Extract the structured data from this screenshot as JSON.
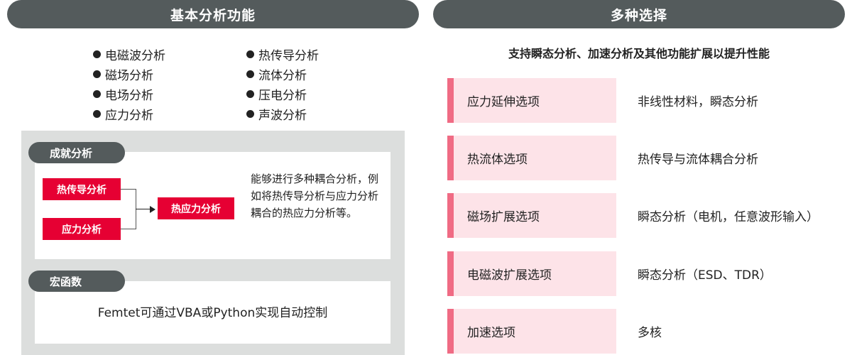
{
  "colors": {
    "header_bg": "#545b5c",
    "panel_gray": "#dcdedd",
    "accent_red": "#e60033",
    "option_bg": "#fde3e8",
    "option_stripe": "#f06b84"
  },
  "basic": {
    "title": "基本分析功能",
    "left_items": [
      "电磁波分析",
      "磁场分析",
      "电场分析",
      "应力分析"
    ],
    "right_items": [
      "热传导分析",
      "流体分析",
      "压电分析",
      "声波分析"
    ]
  },
  "coupling": {
    "title": "成就分析",
    "input_a": "热传导分析",
    "input_b": "应力分析",
    "output": "热应力分析",
    "description": "能够进行多种耦合分析，例如将热传导分析与应力分析耦合的热应力分析等。"
  },
  "macro": {
    "title": "宏函数",
    "text": "Femtet可通过VBA或Python实现自动控制"
  },
  "options": {
    "title": "多种选择",
    "subtitle": "支持瞬态分析、加速分析及其他功能扩展以提升性能",
    "rows": [
      {
        "label": "应力延伸选项",
        "desc": "非线性材料，瞬态分析"
      },
      {
        "label": "热流体选项",
        "desc": "热传导与流体耦合分析"
      },
      {
        "label": "磁场扩展选项",
        "desc": "瞬态分析（电机，任意波形输入）"
      },
      {
        "label": "电磁波扩展选项",
        "desc": "瞬态分析（ESD、TDR）"
      },
      {
        "label": "加速选项",
        "desc": "多核"
      }
    ]
  }
}
